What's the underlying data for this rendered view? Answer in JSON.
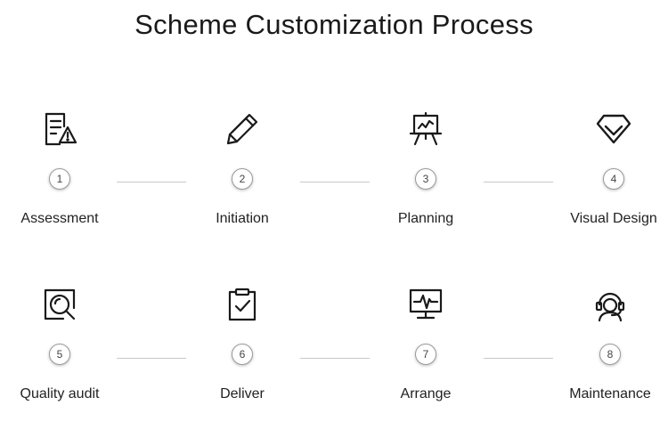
{
  "title": "Scheme Customization Process",
  "steps": [
    {
      "number": "1",
      "label": "Assessment",
      "icon": "checklist-warning-icon"
    },
    {
      "number": "2",
      "label": "Initiation",
      "icon": "pencil-icon"
    },
    {
      "number": "3",
      "label": "Planning",
      "icon": "presentation-board-icon"
    },
    {
      "number": "4",
      "label": "Visual Design",
      "icon": "diamond-icon"
    },
    {
      "number": "5",
      "label": "Quality audit",
      "icon": "magnifier-icon"
    },
    {
      "number": "6",
      "label": "Deliver",
      "icon": "clipboard-check-icon"
    },
    {
      "number": "7",
      "label": "Arrange",
      "icon": "monitor-pulse-icon"
    },
    {
      "number": "8",
      "label": "Maintenance",
      "icon": "support-agent-icon"
    }
  ],
  "colors": {
    "icon_stroke": "#1a1a1a",
    "connector": "#c8c8c8",
    "number_border": "#9a9a9a"
  }
}
